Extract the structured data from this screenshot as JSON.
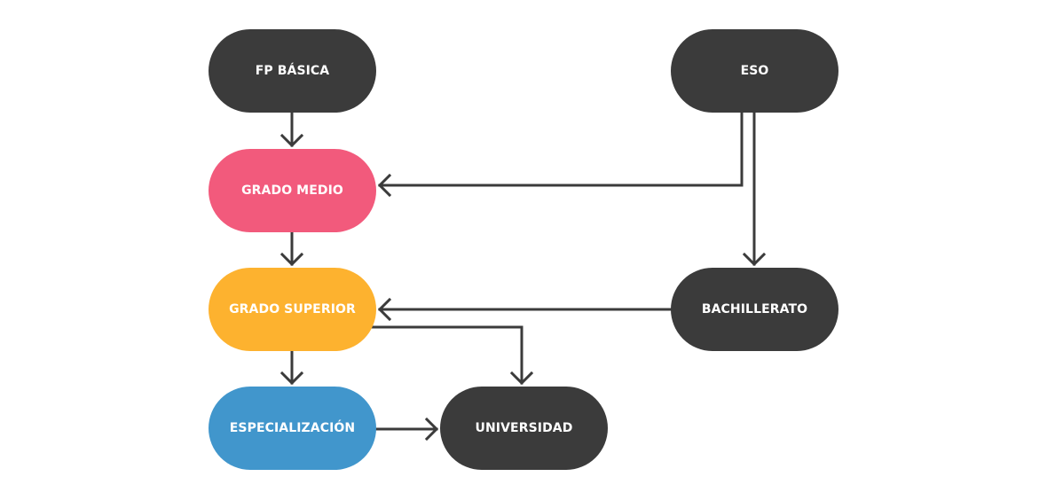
{
  "diagram": {
    "title": "Education pathways flowchart",
    "colors": {
      "dark": "#3b3b3b",
      "grado_medio": "#f25a7c",
      "grado_superior": "#fdb22f",
      "especializacion": "#4196cc",
      "connector": "#3b3b3b",
      "text": "#ffffff"
    },
    "nodes": {
      "fp_basica": "FP BÁSICA",
      "eso": "ESO",
      "grado_medio": "GRADO MEDIO",
      "grado_superior": "GRADO SUPERIOR",
      "bachillerato": "BACHILLERATO",
      "especializacion": "ESPECIALIZACIÓN",
      "universidad": "UNIVERSIDAD"
    },
    "edges": [
      {
        "from": "FP BÁSICA",
        "to": "GRADO MEDIO"
      },
      {
        "from": "ESO",
        "to": "GRADO MEDIO"
      },
      {
        "from": "ESO",
        "to": "BACHILLERATO"
      },
      {
        "from": "GRADO MEDIO",
        "to": "GRADO SUPERIOR"
      },
      {
        "from": "BACHILLERATO",
        "to": "GRADO SUPERIOR"
      },
      {
        "from": "GRADO SUPERIOR",
        "to": "ESPECIALIZACIÓN"
      },
      {
        "from": "GRADO SUPERIOR",
        "to": "UNIVERSIDAD"
      },
      {
        "from": "ESPECIALIZACIÓN",
        "to": "UNIVERSIDAD"
      }
    ]
  }
}
